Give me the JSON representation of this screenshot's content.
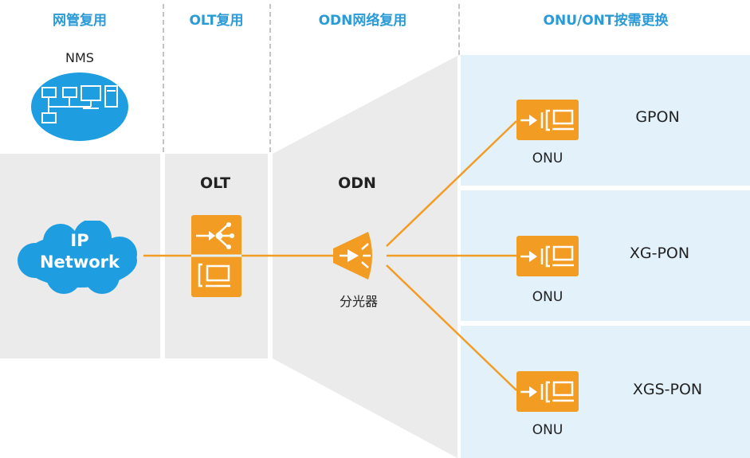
{
  "headers": {
    "nms_reuse": "网管复用",
    "olt_reuse": "OLT复用",
    "odn_reuse": "ODN网络复用",
    "onu_replace": "ONU/ONT按需更换"
  },
  "nms": {
    "label": "NMS"
  },
  "ip_network": {
    "line1": "IP",
    "line2": "Network"
  },
  "olt": {
    "label": "OLT"
  },
  "odn": {
    "label": "ODN"
  },
  "splitter": {
    "label": "分光器"
  },
  "onus": [
    {
      "label": "ONU",
      "tech": "GPON"
    },
    {
      "label": "ONU",
      "tech": "XG-PON"
    },
    {
      "label": "ONU",
      "tech": "XGS-PON"
    }
  ],
  "colors": {
    "accent_orange": "#f29c24",
    "header_blue": "#2a9bd6",
    "cloud_blue": "#1e9ee0",
    "panel_gray": "#ebebeb",
    "panel_blue": "#e3f1fa"
  },
  "icons": {
    "nms": "network-management-icon",
    "cloud": "ip-network-cloud-icon",
    "olt": "olt-device-icon",
    "splitter": "optical-splitter-icon",
    "onu": "onu-device-icon"
  }
}
